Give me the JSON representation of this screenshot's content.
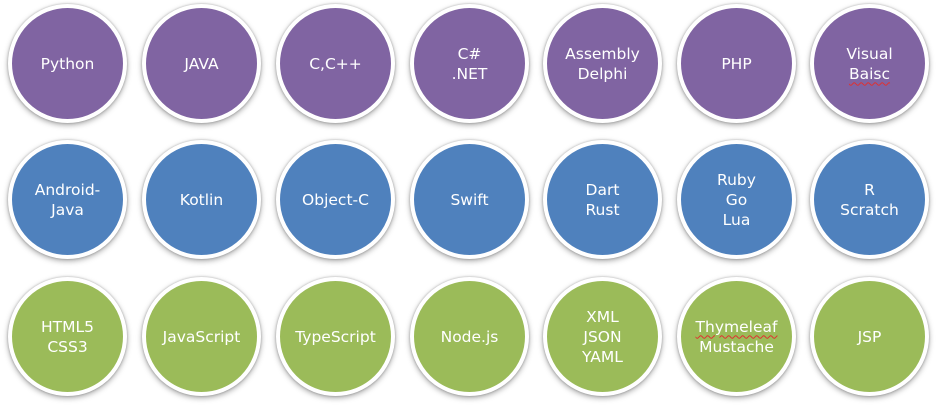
{
  "colors": {
    "purple": "#8064a2",
    "blue": "#4f81bd",
    "green": "#9bbb59"
  },
  "rows": [
    {
      "color": "purple",
      "items": [
        {
          "lines": [
            "Python"
          ]
        },
        {
          "lines": [
            "JAVA"
          ]
        },
        {
          "lines": [
            "C,C++"
          ]
        },
        {
          "lines": [
            "C#",
            ".NET"
          ]
        },
        {
          "lines": [
            "Assembly",
            "Delphi"
          ]
        },
        {
          "lines": [
            "PHP"
          ]
        },
        {
          "lines": [
            "Visual",
            "Baisc"
          ],
          "squiggle": [
            1
          ]
        }
      ]
    },
    {
      "color": "blue",
      "items": [
        {
          "lines": [
            "Android-",
            "Java"
          ]
        },
        {
          "lines": [
            "Kotlin"
          ]
        },
        {
          "lines": [
            "Object-C"
          ]
        },
        {
          "lines": [
            "Swift"
          ]
        },
        {
          "lines": [
            "Dart",
            "Rust"
          ]
        },
        {
          "lines": [
            "Ruby",
            "Go",
            "Lua"
          ]
        },
        {
          "lines": [
            "R",
            "Scratch"
          ]
        }
      ]
    },
    {
      "color": "green",
      "items": [
        {
          "lines": [
            "HTML5",
            "CSS3"
          ]
        },
        {
          "lines": [
            "JavaScript"
          ]
        },
        {
          "lines": [
            "TypeScript"
          ]
        },
        {
          "lines": [
            "Node.js"
          ]
        },
        {
          "lines": [
            "XML",
            "JSON",
            "YAML"
          ]
        },
        {
          "lines": [
            "Thymeleaf",
            "Mustache"
          ],
          "squiggle": [
            0
          ]
        },
        {
          "lines": [
            "JSP"
          ]
        }
      ]
    }
  ]
}
